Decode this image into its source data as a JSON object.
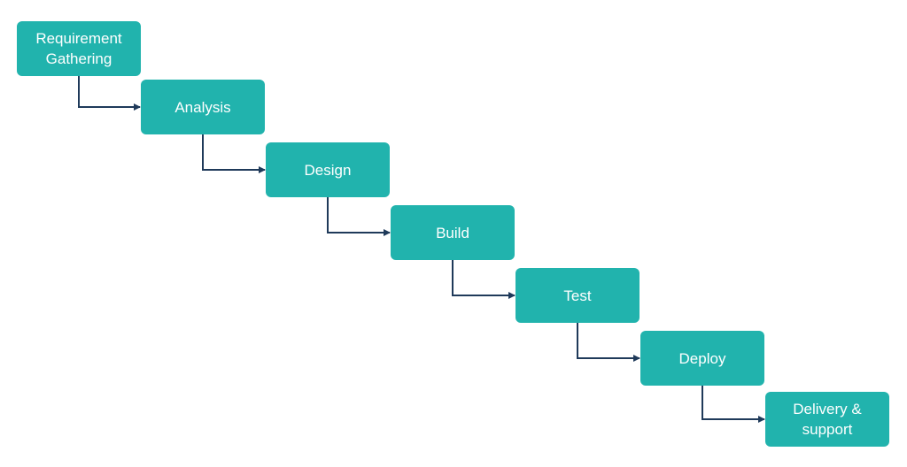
{
  "colors": {
    "box_fill": "#21b3ad",
    "connector": "#1f3a5a",
    "background": "#ffffff"
  },
  "steps": [
    {
      "label": "Requirement\nGathering"
    },
    {
      "label": "Analysis"
    },
    {
      "label": "Design"
    },
    {
      "label": "Build"
    },
    {
      "label": "Test"
    },
    {
      "label": "Deploy"
    },
    {
      "label": "Delivery &\nsupport"
    }
  ]
}
